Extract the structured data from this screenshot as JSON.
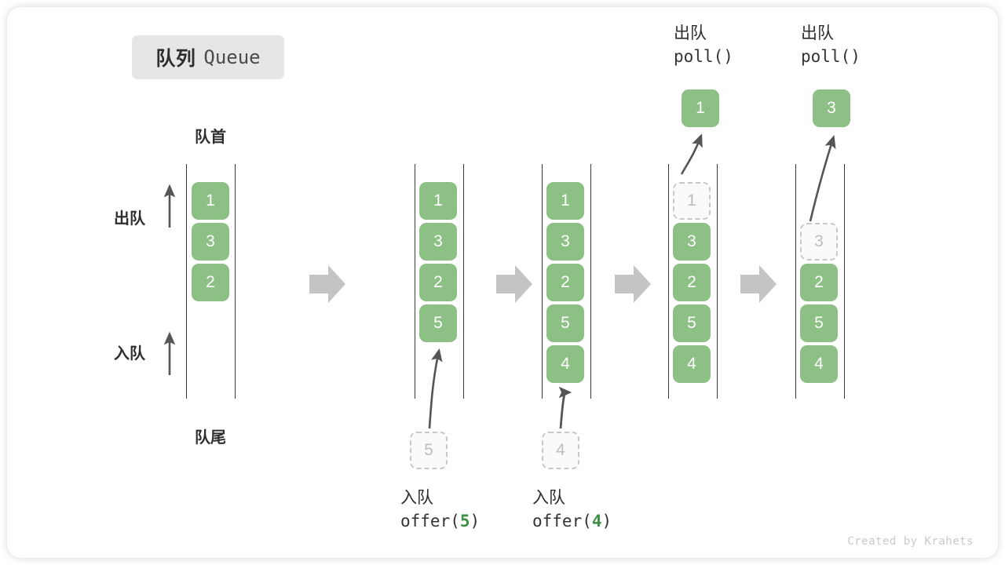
{
  "title": {
    "cn": "队列",
    "en": "Queue"
  },
  "labels": {
    "head": "队首",
    "tail": "队尾",
    "dequeue": "出队",
    "enqueue": "入队"
  },
  "footer": "Created by Krahets",
  "colors": {
    "element": "#8cc084",
    "element_text": "#ffffff",
    "ghost_fill": "#fafafa",
    "ghost_border": "#c8c8c8",
    "ghost_text": "#bdbdbd",
    "rail": "#3a3a3a",
    "step_arrow": "#c4c4c4",
    "thin_arrow": "#555555",
    "badge_bg": "#e6e6e6",
    "code_number": "#3f8f45",
    "footer_text": "#c9c9c9"
  },
  "columns": [
    {
      "id": "initial",
      "caption_cn": "",
      "caption_code": "",
      "items": [
        {
          "value": "1",
          "ghost": false
        },
        {
          "value": "3",
          "ghost": false
        },
        {
          "value": "2",
          "ghost": false
        }
      ],
      "popped": null,
      "pending": null
    },
    {
      "id": "offer-5",
      "caption_cn": "入队",
      "caption_code_prefix": "offer(",
      "caption_code_num": "5",
      "caption_code_suffix": ")",
      "items": [
        {
          "value": "1",
          "ghost": false
        },
        {
          "value": "3",
          "ghost": false
        },
        {
          "value": "2",
          "ghost": false
        },
        {
          "value": "5",
          "ghost": false
        }
      ],
      "popped": null,
      "pending": "5"
    },
    {
      "id": "offer-4",
      "caption_cn": "入队",
      "caption_code_prefix": "offer(",
      "caption_code_num": "4",
      "caption_code_suffix": ")",
      "items": [
        {
          "value": "1",
          "ghost": false
        },
        {
          "value": "3",
          "ghost": false
        },
        {
          "value": "2",
          "ghost": false
        },
        {
          "value": "5",
          "ghost": false
        },
        {
          "value": "4",
          "ghost": false
        }
      ],
      "popped": null,
      "pending": "4"
    },
    {
      "id": "poll-1",
      "header_cn": "出队",
      "header_code": "poll()",
      "items": [
        {
          "value": "1",
          "ghost": true
        },
        {
          "value": "3",
          "ghost": false
        },
        {
          "value": "2",
          "ghost": false
        },
        {
          "value": "5",
          "ghost": false
        },
        {
          "value": "4",
          "ghost": false
        }
      ],
      "popped": "1",
      "pending": null
    },
    {
      "id": "poll-3",
      "header_cn": "出队",
      "header_code": "poll()",
      "items": [
        {
          "value": "",
          "ghost": false,
          "hidden": true
        },
        {
          "value": "3",
          "ghost": true
        },
        {
          "value": "2",
          "ghost": false
        },
        {
          "value": "5",
          "ghost": false
        },
        {
          "value": "4",
          "ghost": false
        }
      ],
      "popped": "3",
      "pending": null
    }
  ],
  "box_values": {
    "c1_r1": "1",
    "c1_r2": "3",
    "c1_r3": "2",
    "c2_r1": "1",
    "c2_r2": "3",
    "c2_r3": "2",
    "c2_r4": "5",
    "c3_r1": "1",
    "c3_r2": "3",
    "c3_r3": "2",
    "c3_r4": "5",
    "c3_r5": "4",
    "c4_r1": "1",
    "c4_r2": "3",
    "c4_r3": "2",
    "c4_r4": "5",
    "c4_r5": "4",
    "c5_r2": "3",
    "c5_r3": "2",
    "c5_r4": "5",
    "c5_r5": "4",
    "pending_c2": "5",
    "pending_c3": "4",
    "popped_c4": "1",
    "popped_c5": "3"
  }
}
